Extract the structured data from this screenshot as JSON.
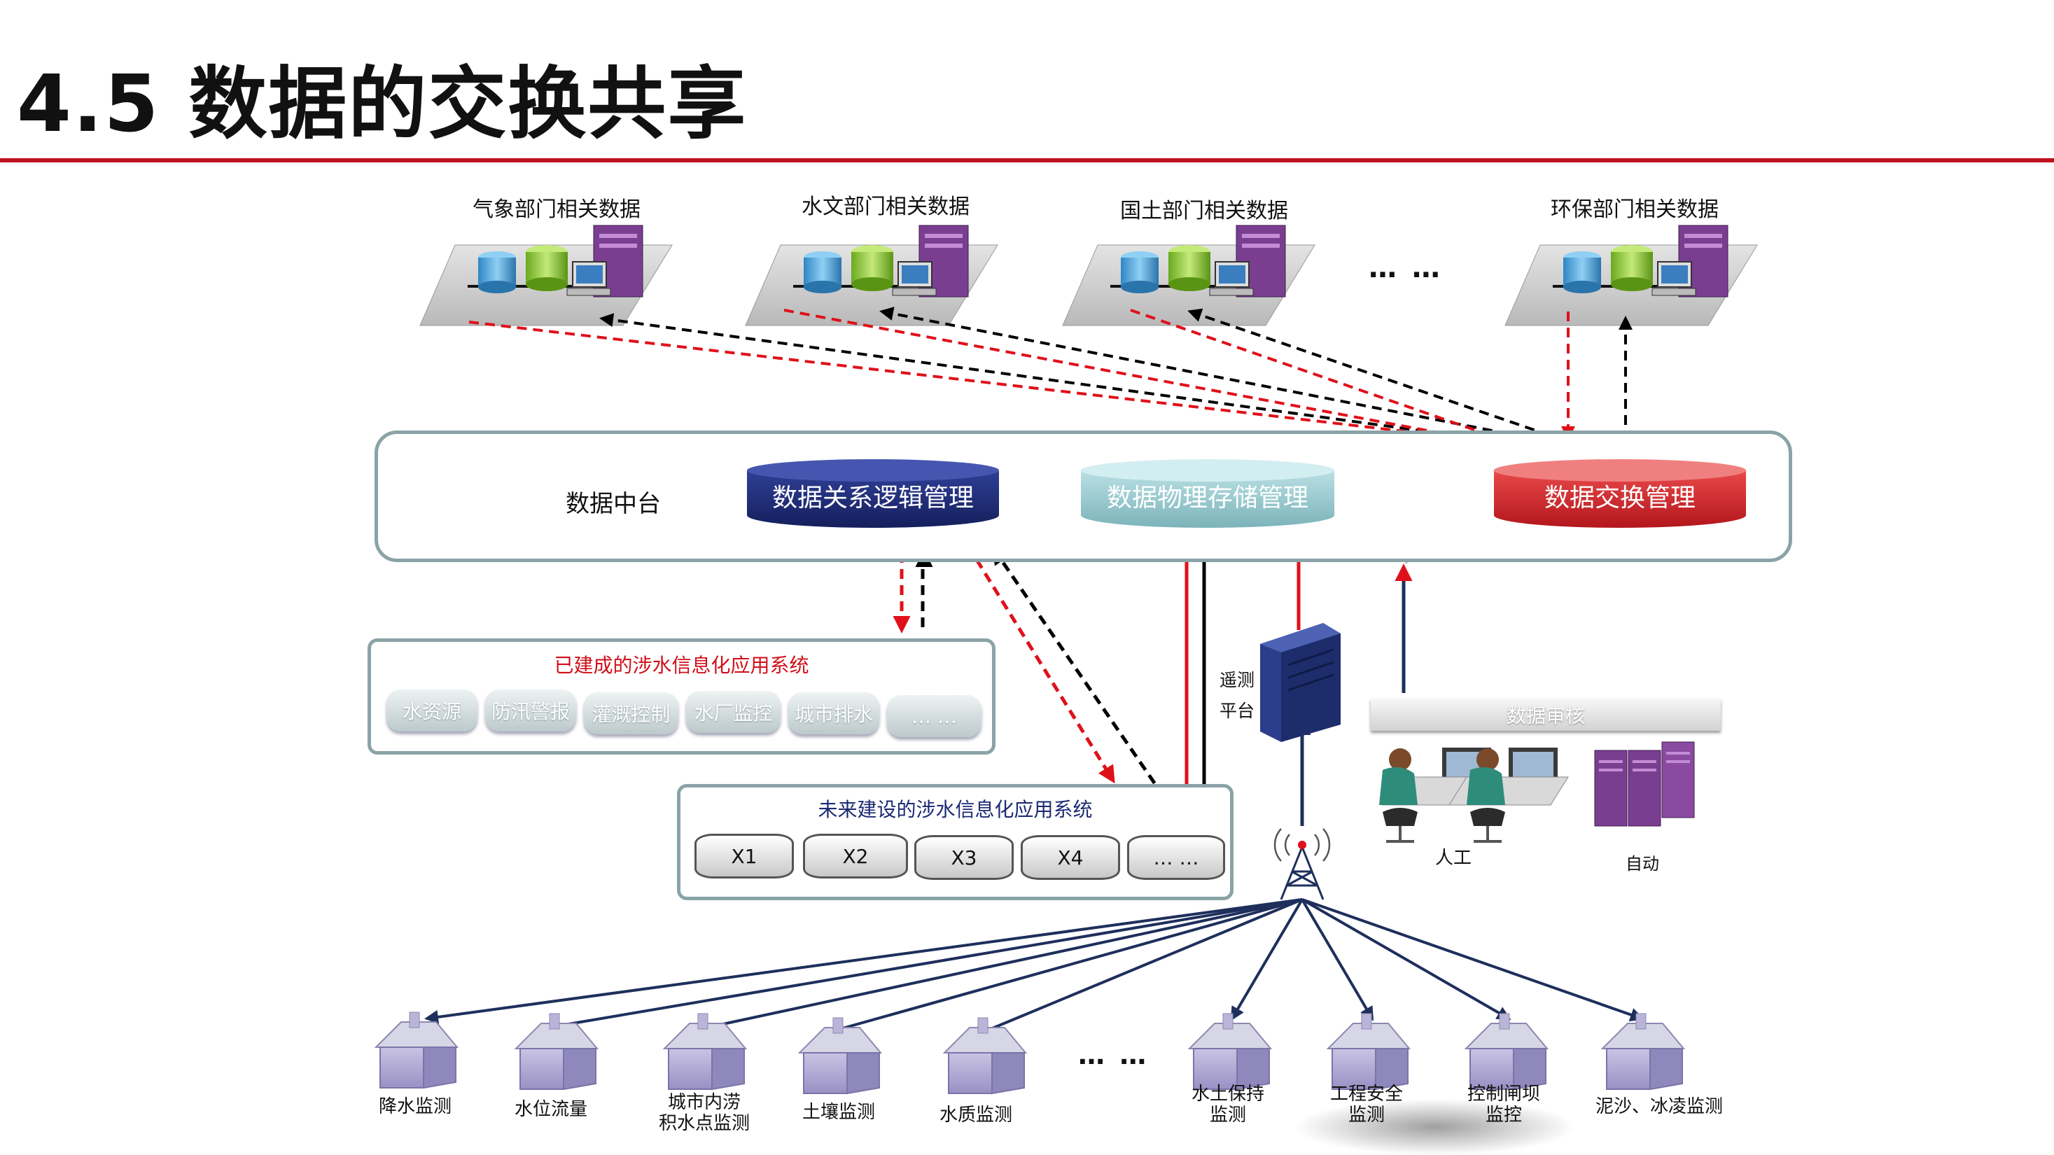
{
  "title": "4.5 数据的交换共享",
  "sources": [
    {
      "label": "气象部门相关数据"
    },
    {
      "label": "水文部门相关数据"
    },
    {
      "label": "国土部门相关数据"
    },
    {
      "label": "环保部门相关数据"
    }
  ],
  "source_ellipsis": "… …",
  "platform": {
    "center_label": "数据中台",
    "logic_mgmt": "数据关系逻辑管理",
    "physical_mgmt": "数据物理存储管理",
    "exchange_mgmt": "数据交换管理"
  },
  "built_systems": {
    "title": "已建成的涉水信息化应用系统",
    "items": [
      "水资源",
      "防汛警报",
      "灌溉控制",
      "水厂监控",
      "城市排水",
      "… …"
    ]
  },
  "future_systems": {
    "title": "未来建设的涉水信息化应用系统",
    "items": [
      "X1",
      "X2",
      "X3",
      "X4",
      "… …"
    ]
  },
  "telemetry": {
    "line1": "遥测",
    "line2": "平台"
  },
  "audit": {
    "label": "数据审核",
    "manual": "人工",
    "auto": "自动"
  },
  "sites_ellipsis": "… …",
  "sites": [
    {
      "line1": "降水监测",
      "line2": ""
    },
    {
      "line1": "水位流量",
      "line2": ""
    },
    {
      "line1": "城市内涝",
      "line2": "积水点监测"
    },
    {
      "line1": "土壤监测",
      "line2": ""
    },
    {
      "line1": "水质监测",
      "line2": ""
    },
    {
      "line1": "水土保持",
      "line2": "监测"
    },
    {
      "line1": "工程安全",
      "line2": "监测"
    },
    {
      "line1": "控制闸坝",
      "line2": "监控"
    },
    {
      "line1": "泥沙、冰凌监测",
      "line2": ""
    }
  ],
  "colors": {
    "accent_red": "#c0121f",
    "exchange_red": "#d62828",
    "logic_navy": "#1b2a73",
    "physical_teal": "#8ec3c9",
    "line_navy": "#1e2f5c",
    "frame": "#8aa3a6"
  }
}
